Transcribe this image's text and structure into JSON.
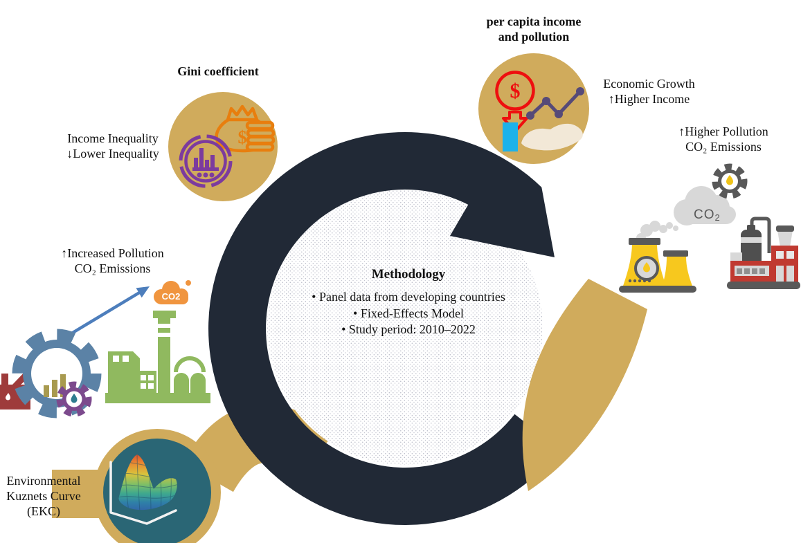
{
  "colors": {
    "gold": "#d0ab5c",
    "ring_dark": "#212936",
    "orange": "#e87e0e",
    "red": "#ee0f0f",
    "purple": "#7c3b9e",
    "chart_purple": "#564a78",
    "teal_circle": "#2a6675",
    "green": "#90b95f",
    "blue_arrow": "#4d7ebc",
    "gray": "#595959",
    "light_gray": "#d8d8d8",
    "yellow": "#f7c81e",
    "cyan": "#1cb2ea",
    "dark_red": "#9e3b3b",
    "blue_gear": "#5b82a6",
    "cream": "#f2e8d7"
  },
  "labels": {
    "per_capita_title": {
      "line1": "per capita income",
      "line2": "and pollution"
    },
    "economic_growth": {
      "line1": "Economic Growth",
      "line2": "↑Higher Income"
    },
    "higher_pollution": {
      "line1": "↑Higher Pollution",
      "line2": "CO₂ Emissions"
    },
    "gini_title": "Gini coefficient",
    "income_inequality": {
      "line1": "Income Inequality",
      "line2": "↓Lower Inequality"
    },
    "increased_pollution": {
      "line1": "↑Increased Pollution",
      "line2": "CO₂ Emissions"
    },
    "ekc": {
      "line1": "Environmental",
      "line2": "Kuznets Curve",
      "line3": "(EKC)"
    }
  },
  "methodology": {
    "title": "Methodology",
    "bullets": [
      "Panel data from developing countries",
      "Fixed-Effects Model",
      "Study period: 2010–2022"
    ]
  },
  "icons": {
    "dollar": "$",
    "co2_orange": "CO2",
    "co2_gray_co": "CO",
    "co2_gray_sub": "2"
  }
}
